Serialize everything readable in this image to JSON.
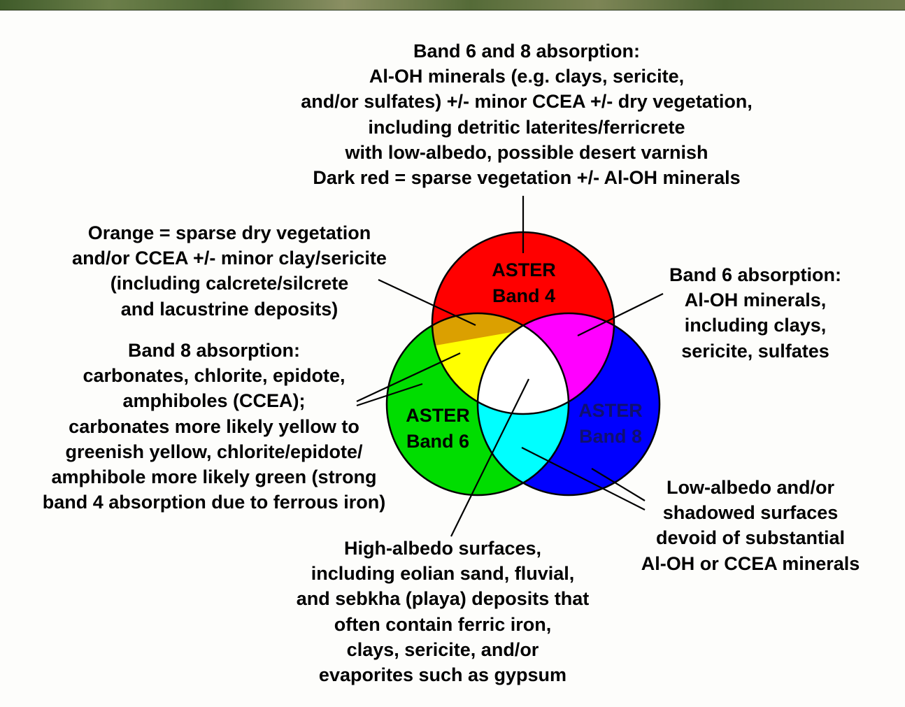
{
  "colors": {
    "red": "#ff0000",
    "green": "#00dd00",
    "blue": "#0000ff",
    "yellow": "#ffff00",
    "magenta": "#ff00ff",
    "cyan": "#00ffff",
    "orange": "#e0a000",
    "white": "#ffffff"
  },
  "circles": {
    "band4": {
      "line1": "ASTER",
      "line2": "Band 4"
    },
    "band6": {
      "line1": "ASTER",
      "line2": "Band 6"
    },
    "band8": {
      "line1": "ASTER",
      "line2": "Band 8"
    }
  },
  "callouts": {
    "top": [
      "Band 6 and 8 absorption:",
      "Al-OH minerals (e.g. clays, sericite,",
      "and/or sulfates) +/- minor CCEA +/- dry vegetation,",
      "including detritic laterites/ferricrete",
      "with low-albedo, possible desert varnish",
      "Dark red = sparse vegetation +/- Al-OH minerals"
    ],
    "orange": [
      "Orange = sparse dry vegetation",
      "and/or CCEA +/- minor clay/sericite",
      "(including calcrete/silcrete",
      "and lacustrine deposits)"
    ],
    "band8_absorption": [
      "Band 8 absorption:",
      "carbonates, chlorite, epidote,",
      "amphiboles (CCEA);",
      "carbonates more likely yellow to",
      "greenish yellow, chlorite/epidote/",
      "amphibole more likely green (strong",
      "band 4 absorption due to ferrous iron)"
    ],
    "band6_absorption": [
      "Band 6 absorption:",
      "Al-OH minerals,",
      "including clays,",
      "sericite, sulfates"
    ],
    "low_albedo": [
      "Low-albedo and/or",
      "shadowed surfaces",
      "devoid of substantial",
      "Al-OH or CCEA minerals"
    ],
    "high_albedo": [
      "High-albedo surfaces,",
      "including eolian sand, fluvial,",
      "and sebkha (playa) deposits that",
      "often contain ferric iron,",
      "clays, sericite, and/or",
      "evaporites such as gypsum"
    ]
  }
}
